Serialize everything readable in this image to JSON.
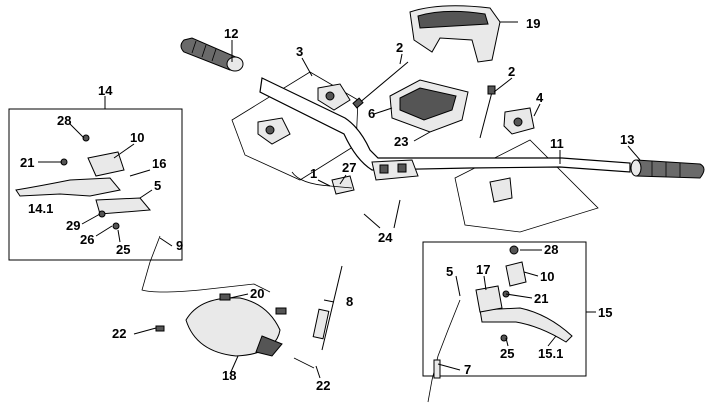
{
  "labels": {
    "n1": "1",
    "n2a": "2",
    "n2b": "2",
    "n3": "3",
    "n4": "4",
    "n5a": "5",
    "n5b": "5",
    "n6": "6",
    "n7": "7",
    "n8": "8",
    "n9": "9",
    "n10a": "10",
    "n10b": "10",
    "n11": "11",
    "n12": "12",
    "n13": "13",
    "n14": "14",
    "n14_1": "14.1",
    "n15": "15",
    "n15_1": "15.1",
    "n16": "16",
    "n17": "17",
    "n18": "18",
    "n19": "19",
    "n20": "20",
    "n21a": "21",
    "n21b": "21",
    "n22a": "22",
    "n22b": "22",
    "n23": "23",
    "n24": "24",
    "n25a": "25",
    "n25b": "25",
    "n26": "26",
    "n27": "27",
    "n28a": "28",
    "n28b": "28",
    "n29": "29"
  }
}
